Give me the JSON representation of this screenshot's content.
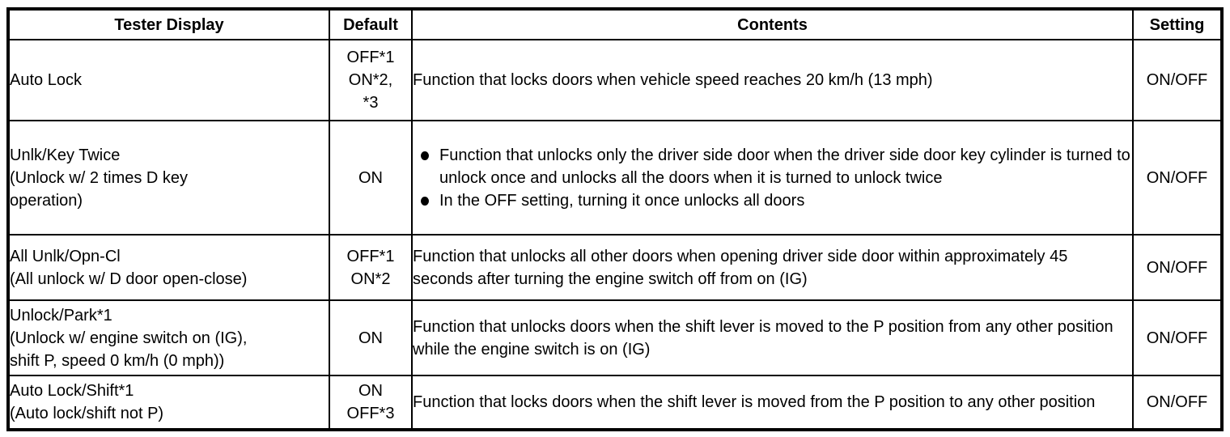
{
  "page": {
    "background": "#ffffff",
    "text_color": "#000000"
  },
  "table": {
    "columns": [
      {
        "key": "tester_display",
        "label": "Tester Display"
      },
      {
        "key": "default",
        "label": "Default"
      },
      {
        "key": "contents",
        "label": "Contents"
      },
      {
        "key": "setting",
        "label": "Setting"
      }
    ],
    "bullet_icon": "filled-circle",
    "rows": [
      {
        "tester_display": [
          "Auto Lock"
        ],
        "default": [
          "OFF*1",
          "ON*2,",
          "*3"
        ],
        "contents": "Function that locks doors when vehicle speed reaches 20 km/h (13 mph)",
        "setting": "ON/OFF"
      },
      {
        "tester_display": [
          "Unlk/Key Twice",
          "(Unlock w/ 2 times D key",
          "operation)"
        ],
        "default": [
          "ON"
        ],
        "contents_bullets": [
          "Function that unlocks only the driver side door when the driver side door key cylinder is turned to unlock once and unlocks all the doors when it is turned to unlock twice",
          "In the OFF setting, turning it once unlocks all doors"
        ],
        "setting": "ON/OFF"
      },
      {
        "tester_display": [
          "All Unlk/Opn-Cl",
          "(All unlock w/ D door open-close)"
        ],
        "default": [
          "OFF*1",
          "ON*2"
        ],
        "contents": "Function that unlocks all other doors when opening driver side door within approximately 45 seconds after turning the engine switch off from on (IG)",
        "setting": "ON/OFF"
      },
      {
        "tester_display": [
          "Unlock/Park*1",
          "(Unlock w/ engine switch on (IG),",
          "shift P, speed 0 km/h (0 mph))"
        ],
        "default": [
          "ON"
        ],
        "contents": "Function that unlocks doors when the shift lever is moved to the P position from any other position while the engine switch is on (IG)",
        "setting": "ON/OFF"
      },
      {
        "tester_display": [
          "Auto Lock/Shift*1",
          "(Auto lock/shift not P)"
        ],
        "default": [
          "ON",
          "OFF*3"
        ],
        "contents": "Function that locks doors when the shift lever is moved from the P position to any other position",
        "setting": "ON/OFF"
      }
    ]
  }
}
